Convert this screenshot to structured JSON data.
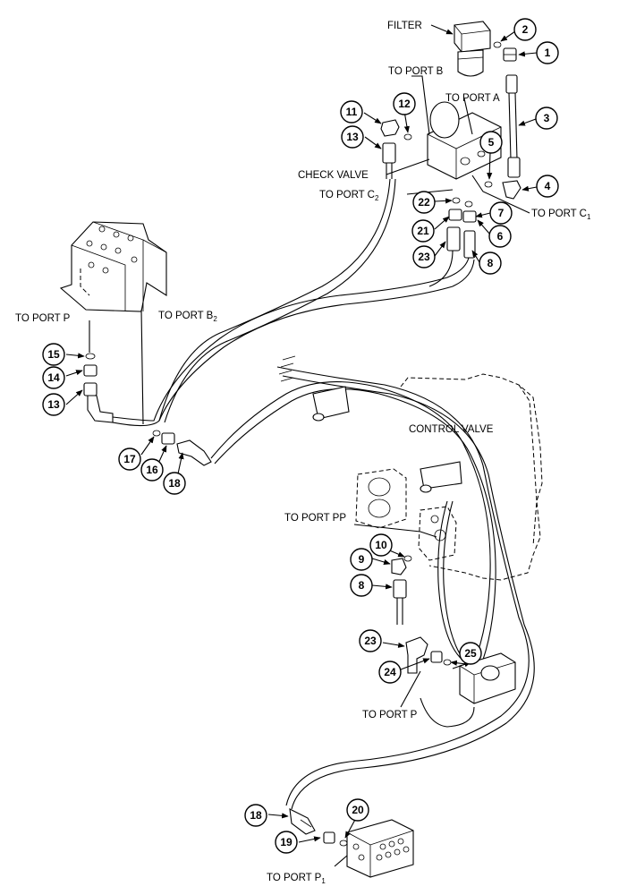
{
  "labels": {
    "filter": "FILTER",
    "to_port_b": "TO PORT B",
    "to_port_a": "TO PORT A",
    "check_valve": "CHECK VALVE",
    "to_port_c2": "TO PORT C2",
    "to_port_c1": "TO PORT C1",
    "to_port_p_top": "TO PORT P",
    "to_port_b2": "TO PORT B2",
    "control_valve": "CONTROL VALVE",
    "to_port_pp": "TO PORT PP",
    "to_port_p_bottom": "TO PORT P",
    "to_port_p1": "TO PORT P1"
  },
  "callouts": [
    "1",
    "2",
    "3",
    "4",
    "5",
    "6",
    "7",
    "8",
    "9",
    "10",
    "11",
    "12",
    "13",
    "14",
    "15",
    "16",
    "17",
    "18",
    "19",
    "20",
    "21",
    "22",
    "23",
    "24",
    "25"
  ]
}
